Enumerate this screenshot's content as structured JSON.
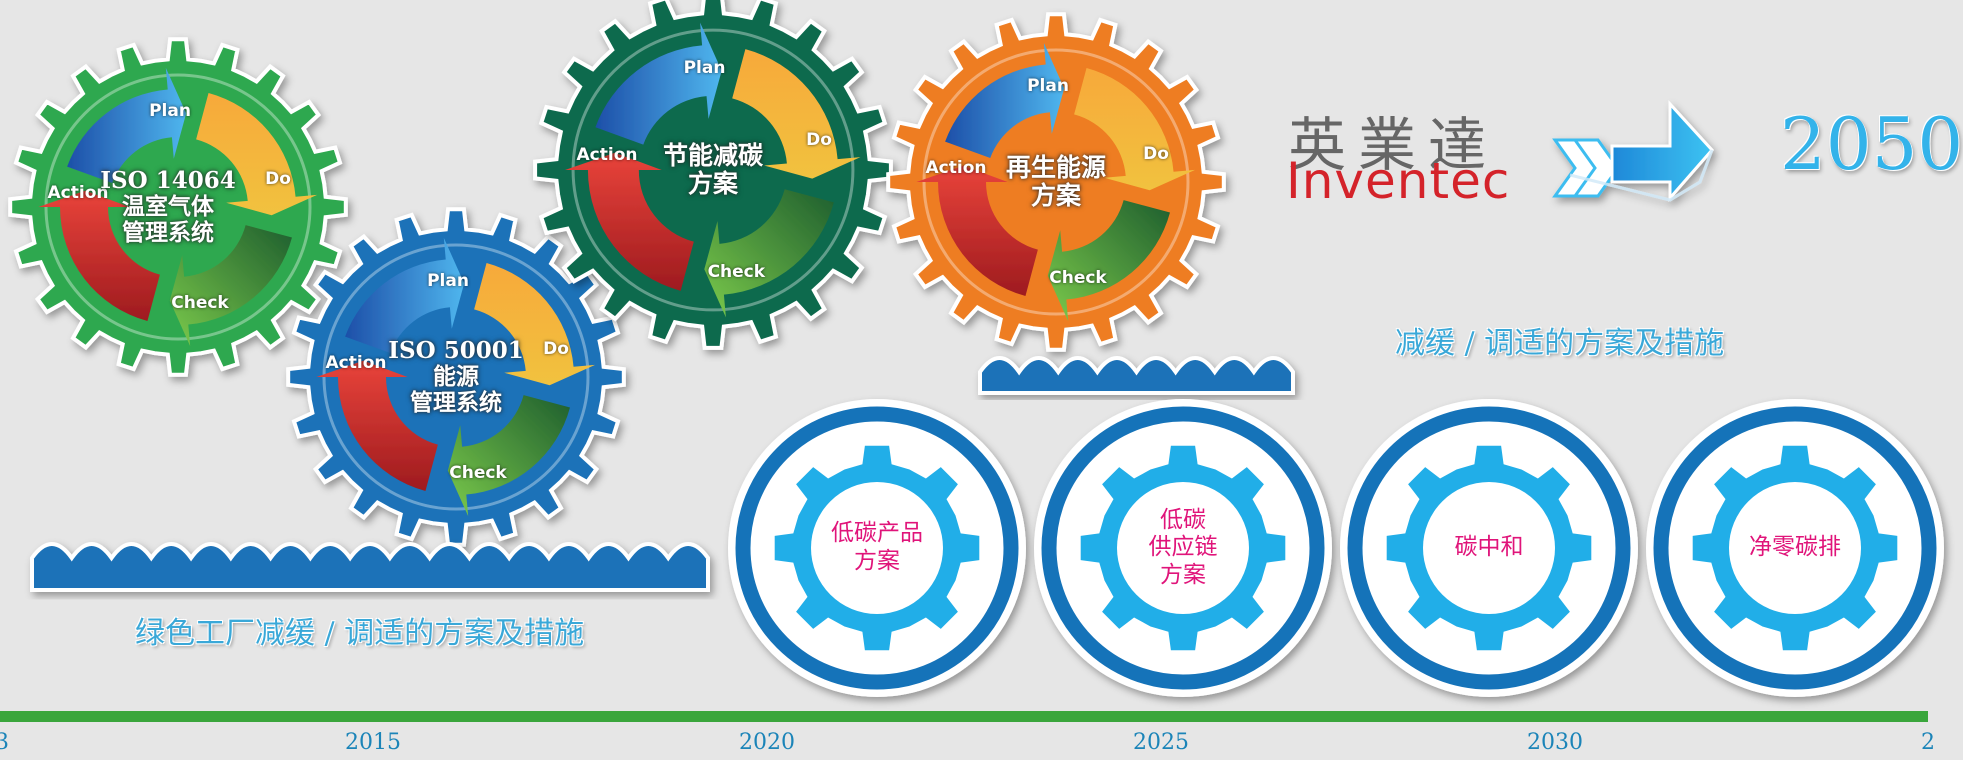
{
  "pdca_gears": [
    {
      "id": "iso14064",
      "center_lines": [
        "ISO  14064",
        "温室气体",
        "管理系统"
      ],
      "plan": "Plan",
      "do": "Do",
      "check": "Check",
      "action": "Action",
      "gear_color": "#2fa84f"
    },
    {
      "id": "iso50001",
      "center_lines": [
        "ISO  50001",
        "能源",
        "管理系统"
      ],
      "plan": "Plan",
      "do": "Do",
      "check": "Check",
      "action": "Action",
      "gear_color": "#1a72b8"
    },
    {
      "id": "energy-saving",
      "center_lines": [
        "节能减碳",
        "方案"
      ],
      "plan": "Plan",
      "do": "Do",
      "check": "Check",
      "action": "Action",
      "gear_color": "#0e6a4e"
    },
    {
      "id": "renewable",
      "center_lines": [
        "再生能源",
        "方案"
      ],
      "plan": "Plan",
      "do": "Do",
      "check": "Check",
      "action": "Action",
      "gear_color": "#ee7d22"
    }
  ],
  "left_caption": "绿色工厂减缓 / 调适的方案及措施",
  "right_caption": "减缓 / 调适的方案及措施",
  "logo": {
    "chinese": "英業達",
    "english": "Inventec"
  },
  "target_year": "2050",
  "goal_gears": [
    {
      "lines": [
        "低碳产品",
        "方案"
      ]
    },
    {
      "lines": [
        "低碳",
        "供应链",
        "方案"
      ]
    },
    {
      "lines": [
        "碳中和"
      ]
    },
    {
      "lines": [
        "净零碳排"
      ]
    }
  ],
  "timeline": {
    "years": [
      "2015",
      "2020",
      "2025",
      "2030"
    ],
    "left_edge_fragment": "3",
    "right_edge_fragment": "2"
  },
  "colors": {
    "timeline_line": "#3aa63c",
    "year_text": "#1b84b8",
    "goal_text": "#e0147a",
    "ring_blue": "#1573b9",
    "gear_cyan": "#21aee8",
    "caption": "#3aa8d8"
  }
}
